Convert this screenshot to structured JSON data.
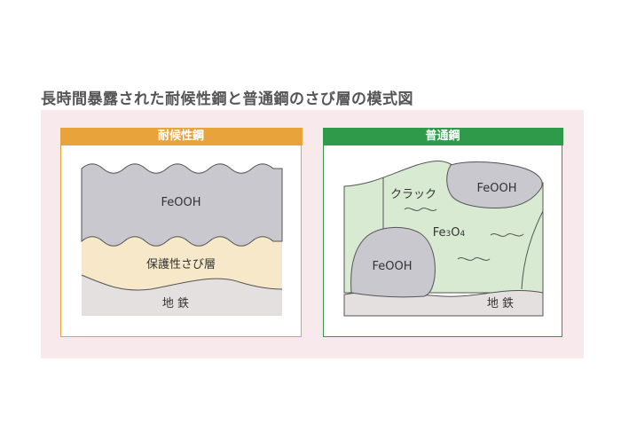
{
  "title": "長時間暴露された耐候性鋼と普通鋼のさび層の模式図",
  "left_panel": {
    "header": "耐候性鋼",
    "layers": {
      "top": "FeOOH",
      "middle": "保護性さび層",
      "bottom": "地 鉄"
    }
  },
  "right_panel": {
    "header": "普通鋼",
    "labels": {
      "crack": "クラック",
      "feooh_top": "FeOOH",
      "fe3o4": "Fe3O4",
      "feooh_bottom": "FeOOH",
      "base": "地 鉄"
    }
  },
  "colors": {
    "band": "#f8e9ec",
    "weathering_border": "#e8a33a",
    "plain_border": "#2e9a4a",
    "feooh_gray": "#c8c8ce",
    "protective_rust": "#f6e8c8",
    "base_iron": "#e4e0df",
    "magnetite_green": "#d8ead2"
  }
}
